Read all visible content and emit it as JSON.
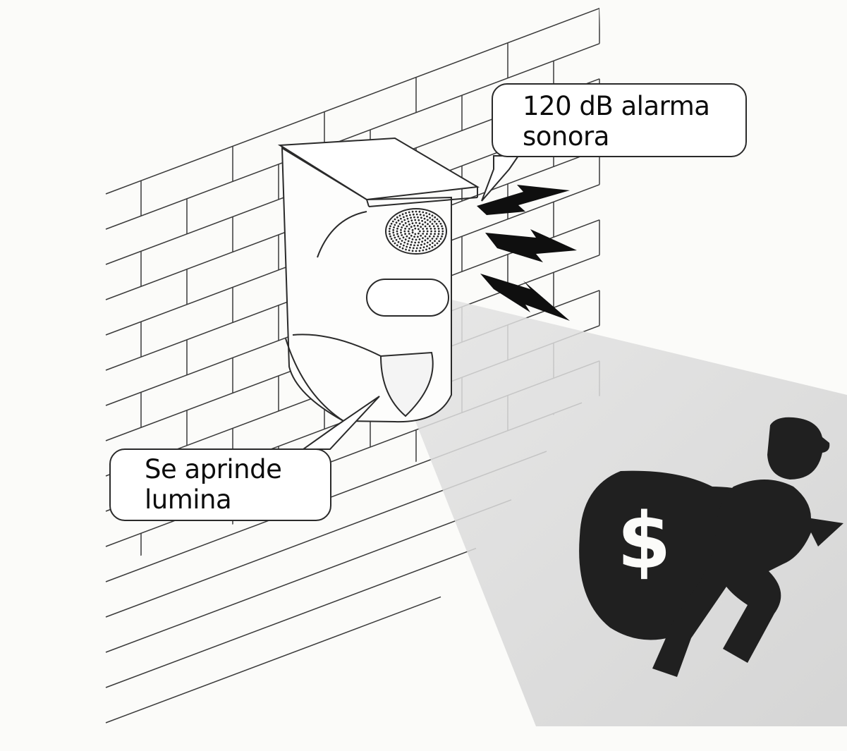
{
  "callouts": {
    "alarm": {
      "line1": "120 dB alarma",
      "line2": "sonora"
    },
    "light": {
      "line1": "Se aprinde",
      "line2": "lumina"
    }
  },
  "icons": {
    "wall": "brick-wall",
    "device": "solar-alarm-light-unit",
    "sound": "lightning-sound-waves",
    "thief": "burglar-with-money-bag",
    "currency": "dollar-sign"
  },
  "colors": {
    "ink": "#1a1a1a",
    "paper": "#fbfbf9",
    "beam": "#d2d2d2"
  }
}
